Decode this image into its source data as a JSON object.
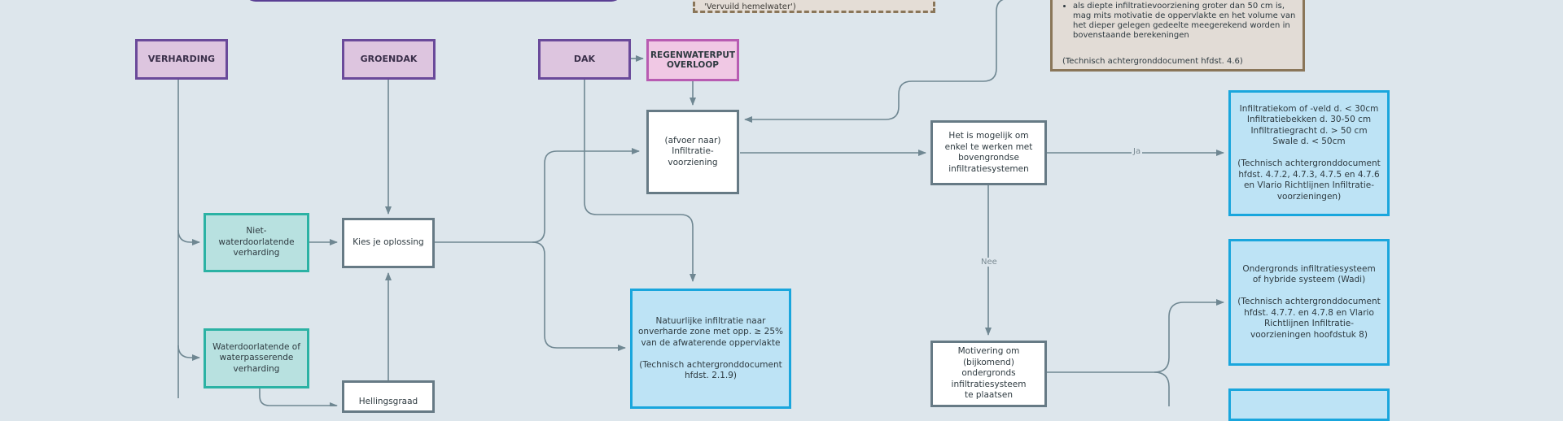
{
  "nodes": {
    "verharding": "VERHARDING",
    "groendak": "GROENDAK",
    "dak": "DAK",
    "regenwaterput": "REGENWATERPUT\nOVERLOOP",
    "infiltratievoorziening": "(afvoer naar)\nInfiltratie-\nvoorziening",
    "mogelijk": "Het is mogelijk om\nenkel te werken met\nbovengrondse\ninfiltratiesystemen",
    "bovengronds": "Infiltratiekom of -veld d. < 30cm\nInfiltratiebekken d. 30-50 cm\nInfiltratiegracht d. > 50 cm\nSwale d. < 50cm\n\n(Technisch achtergronddocument\nhfdst. 4.7.2, 4.7.3, 4.7.5 en 4.7.6\nen Vlario Richtlijnen Infiltratie-\nvoorzieningen)",
    "niet_waterdoorlatend": "Niet-waterdoorlatende\nverharding",
    "kies": "Kies je oplossing",
    "natuurlijke": "Natuurlijke infiltratie naar\nonverharde zone met opp. ≥ 25%\nvan de afwaterende oppervlakte\n\n(Technisch achtergronddocument\nhfdst. 2.1.9)",
    "ondergronds": "Ondergronds infiltratiesysteem\nof hybride systeem (Wadi)\n\n(Technisch achtergronddocument\nhfdst. 4.7.7. en 4.7.8 en Vlario\nRichtlijnen Infiltratie-\nvoorzieningen hoofdstuk 8)",
    "waterdoorlatend": "Waterdoorlatende of\nwaterpasserende\nverharding",
    "motivering": "Motivering om\n(bijkomend) ondergronds\ninfiltratiesysteem\nte plaatsen",
    "hellingsgraad": "Hellingsgraad"
  },
  "note": {
    "bullet": "als diepte infiltratievoorziening groter dan 50 cm is,\nmag mits motivatie de oppervlakte en het volume van\nhet dieper gelegen gedeelte meegerekend worden in\nbovenstaande berekeningen",
    "reference": "(Technisch achtergronddocument hfdst. 4.6)"
  },
  "dashed_note": "'Vervuild hemelwater')",
  "edge_labels": {
    "ja": "Ja",
    "nee": "Nee"
  },
  "colors": {
    "background": "#dde6ec",
    "arrow": "#6f8792",
    "header_fill": "#ddc5df",
    "header_border": "#6a4a9a",
    "overflow_border": "#b85cb2",
    "teal_border": "#2bb2a4",
    "blue_border": "#19a6dd",
    "neutral_border": "#667a85",
    "note_border": "#8a7659"
  }
}
